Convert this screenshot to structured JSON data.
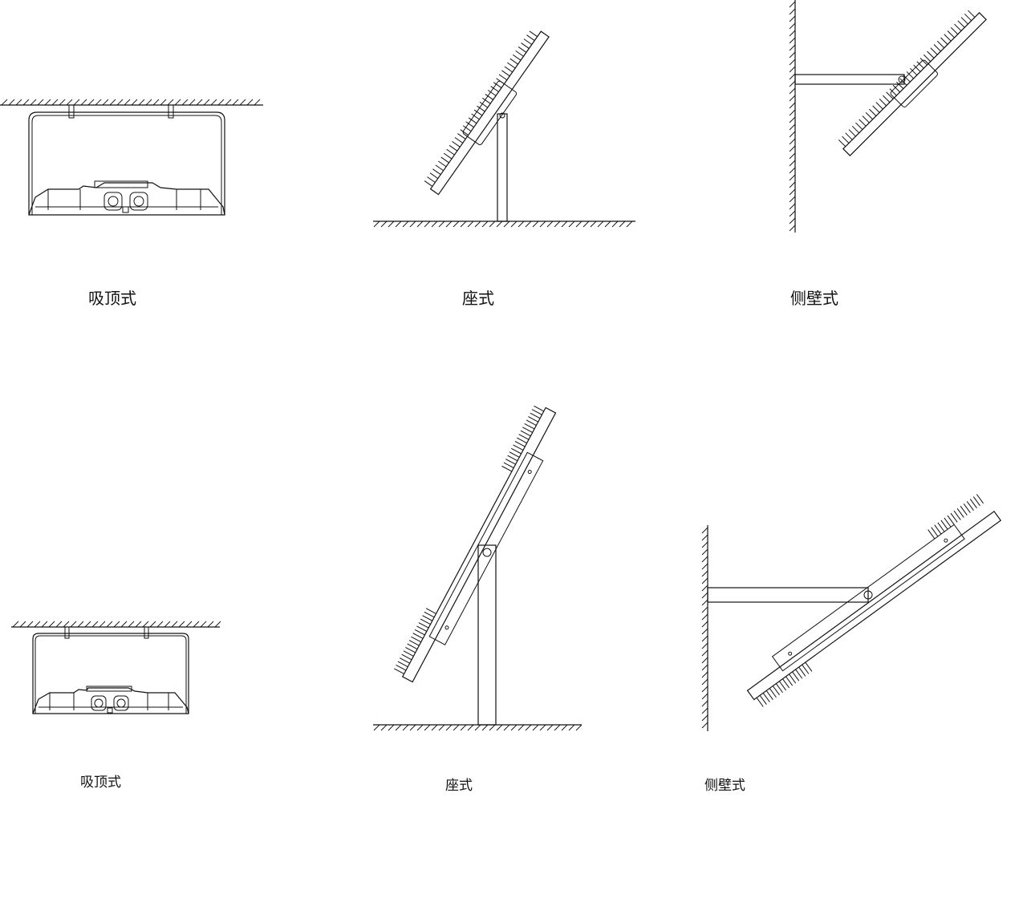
{
  "title": "",
  "diagrams": [
    {
      "id": "ceiling-1",
      "label": "吸顶式"
    },
    {
      "id": "seat-1",
      "label": "座式"
    },
    {
      "id": "wall-1",
      "label": "侧壁式"
    },
    {
      "id": "ceiling-2",
      "label": "吸顶式"
    },
    {
      "id": "seat-2",
      "label": "座式"
    },
    {
      "id": "wall-2",
      "label": "侧壁式"
    }
  ]
}
